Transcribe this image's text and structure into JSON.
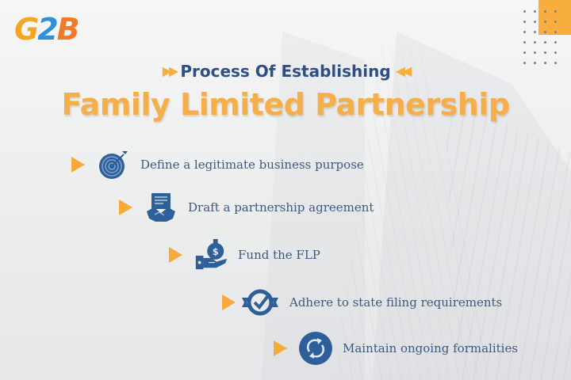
{
  "logo": {
    "part1": "G",
    "part2": "2",
    "part3": "B"
  },
  "header": {
    "subtitle": "Process Of Establishing",
    "title": "Family Limited Partnership",
    "left_arrows": "▶▶",
    "right_arrows": "◀◀"
  },
  "steps": [
    {
      "label": "Define a legitimate business purpose",
      "icon": "target-icon"
    },
    {
      "label": "Draft a partnership agreement",
      "icon": "handshake-agreement-icon"
    },
    {
      "label": "Fund the FLP",
      "icon": "money-bag-hand-icon"
    },
    {
      "label": "Adhere to state filing requirements",
      "icon": "checkmark-badge-icon"
    },
    {
      "label": "Maintain ongoing formalities",
      "icon": "refresh-cycle-icon"
    }
  ],
  "colors": {
    "accent_orange": "#f7ae3f",
    "title_orange": "#f6ae48",
    "navy": "#2d4f86",
    "icon_blue": "#2f5f98",
    "text": "#3e5a80"
  }
}
